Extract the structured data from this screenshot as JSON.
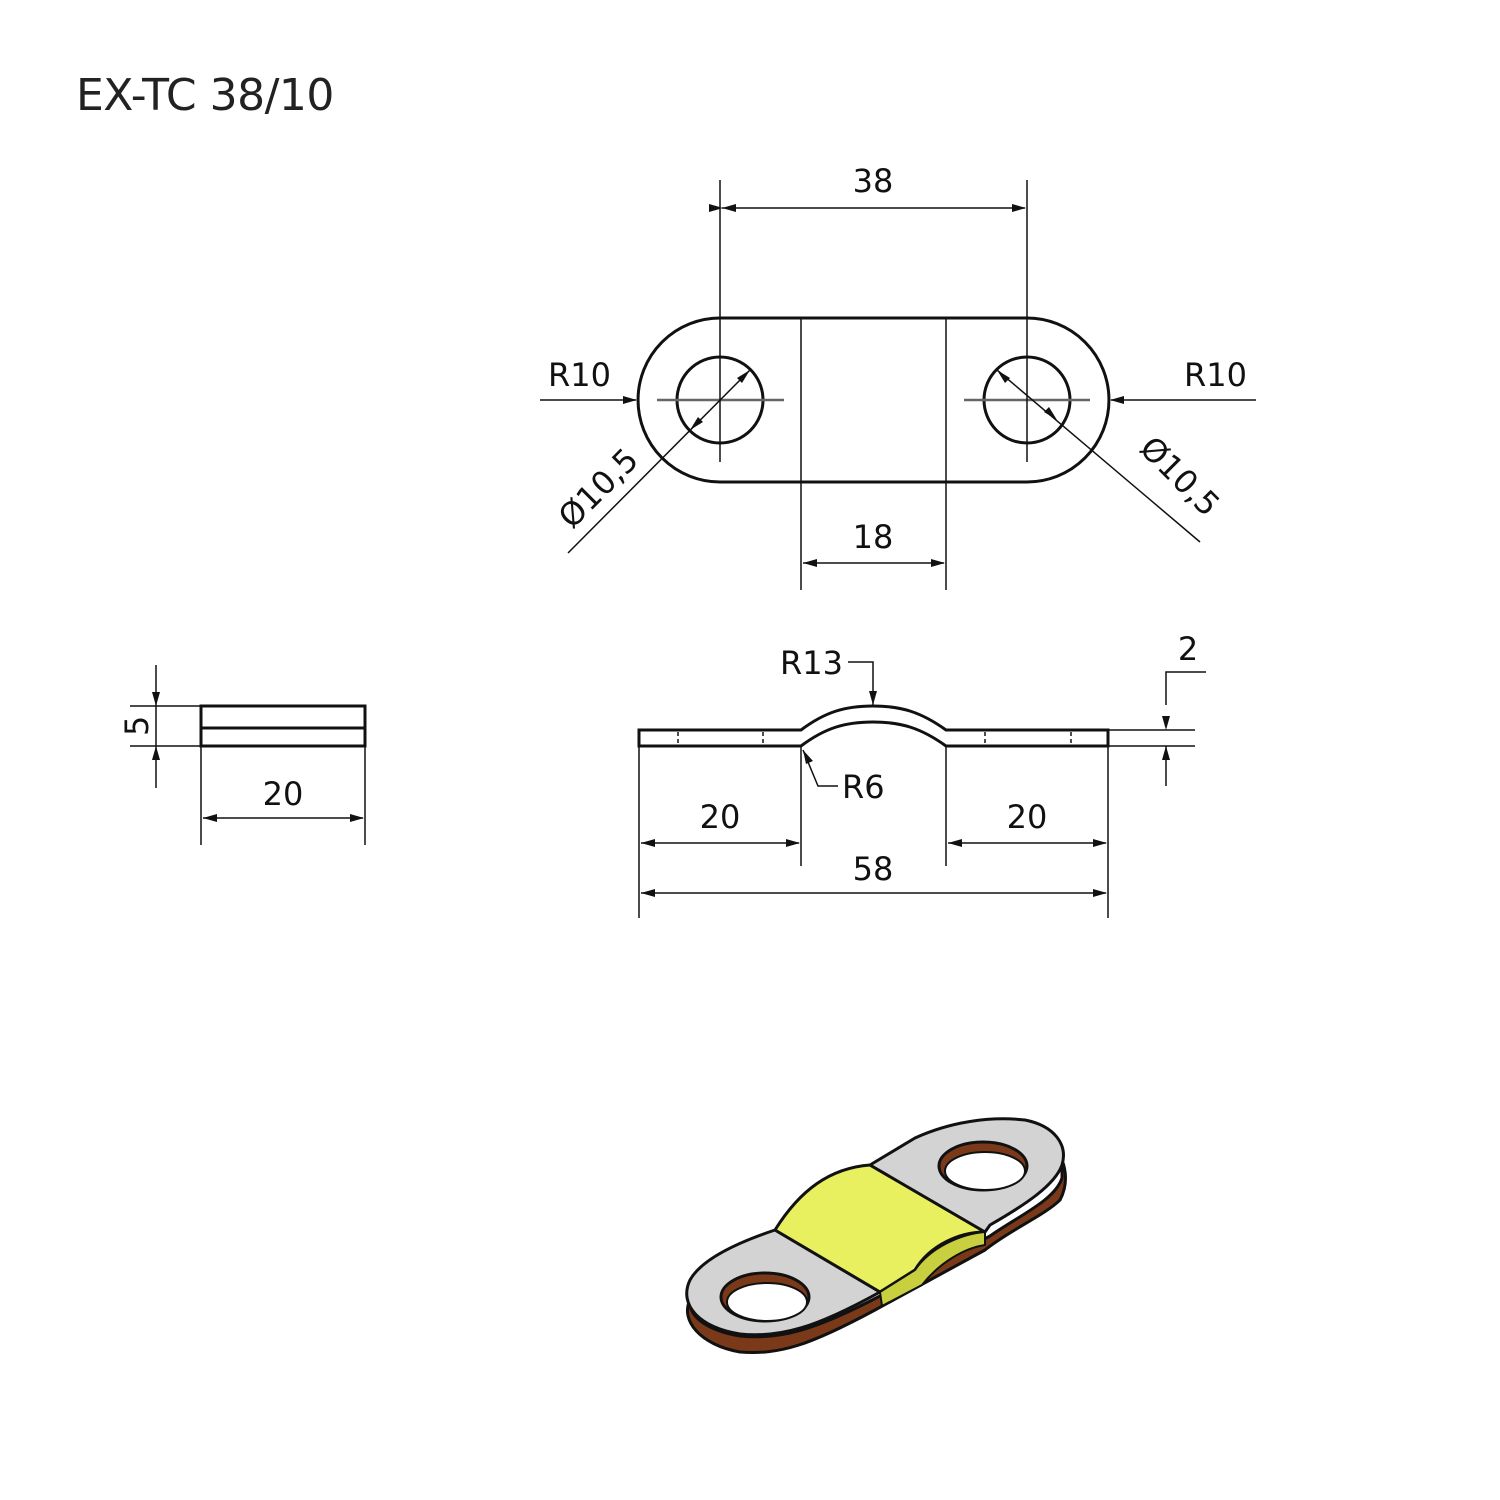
{
  "title": "EX-TC 38/10",
  "top_view": {
    "dim_hole_spacing": "38",
    "dim_center_width": "18",
    "left_radius": "R10",
    "right_radius": "R10",
    "left_hole_diameter": "Ø10,5",
    "right_hole_diameter": "Ø10,5"
  },
  "end_view": {
    "dim_height": "5",
    "dim_width": "20"
  },
  "side_view": {
    "bend_radius_outer": "R13",
    "bend_radius_inner": "R6",
    "dim_thickness": "2",
    "dim_left_flat": "20",
    "dim_right_flat": "20",
    "dim_overall_length": "58"
  },
  "iso_view": {
    "colors": {
      "plate": "#d2d2d2",
      "sleeve": "#e8f060",
      "edge": "#7a3a1a"
    }
  }
}
